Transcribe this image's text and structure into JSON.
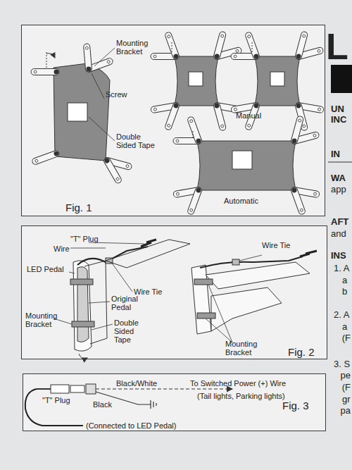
{
  "diagram": {
    "nodes": [
      {
        "text": [
          "Fig. 1"
        ]
      },
      {
        "text": [
          "Fig. 2"
        ]
      },
      {
        "text": [
          "Fig. 3"
        ]
      }
    ],
    "labels": [
      "Mounting Bracket",
      "Screw",
      "Double Sided Tape",
      "Manual",
      "Automatic",
      "\"T\" Plug",
      "Wire",
      "LED Pedal",
      "Wire Tie",
      "Wire Tie",
      "Original Pedal",
      "Mounting Bracket",
      "Double Sided Tape",
      "Mounting Bracket",
      "Black/White",
      "To Switched Power (+) Wire",
      "(Tail lights, Parking lights)",
      "\"T\" Plug",
      "Black",
      "(Connected to LED Pedal)",
      "L",
      "UN",
      "INC",
      "IN",
      "WA",
      "app",
      "AFT",
      "and",
      "INS",
      "1. A",
      "a",
      "b",
      "2. A",
      "a",
      "(F",
      "3. S",
      "pe",
      "(F",
      "gr",
      "pa"
    ]
  }
}
